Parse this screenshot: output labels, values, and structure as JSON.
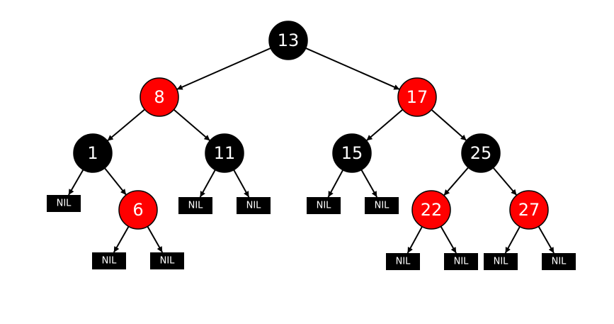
{
  "colors": {
    "red": "#ff0000",
    "black": "#000000",
    "text": "#ffffff"
  },
  "nodes": [
    {
      "id": "n13",
      "label": "13",
      "color": "black"
    },
    {
      "id": "n8",
      "label": "8",
      "color": "red"
    },
    {
      "id": "n17",
      "label": "17",
      "color": "red"
    },
    {
      "id": "n1",
      "label": "1",
      "color": "black"
    },
    {
      "id": "n11",
      "label": "11",
      "color": "black"
    },
    {
      "id": "n15",
      "label": "15",
      "color": "black"
    },
    {
      "id": "n25",
      "label": "25",
      "color": "black"
    },
    {
      "id": "n6",
      "label": "6",
      "color": "red"
    },
    {
      "id": "n22",
      "label": "22",
      "color": "red"
    },
    {
      "id": "n27",
      "label": "27",
      "color": "red"
    }
  ],
  "nil_leaves": [
    {
      "id": "nil1",
      "label": "NIL"
    },
    {
      "id": "nil2",
      "label": "NIL"
    },
    {
      "id": "nil3",
      "label": "NIL"
    },
    {
      "id": "nil4",
      "label": "NIL"
    },
    {
      "id": "nil5",
      "label": "NIL"
    },
    {
      "id": "nil6",
      "label": "NIL"
    },
    {
      "id": "nil7",
      "label": "NIL"
    },
    {
      "id": "nil8",
      "label": "NIL"
    },
    {
      "id": "nil9",
      "label": "NIL"
    },
    {
      "id": "nil10",
      "label": "NIL"
    },
    {
      "id": "nil11",
      "label": "NIL"
    }
  ],
  "edges": [
    {
      "from": "n13",
      "to": "n8"
    },
    {
      "from": "n13",
      "to": "n17"
    },
    {
      "from": "n8",
      "to": "n1"
    },
    {
      "from": "n8",
      "to": "n11"
    },
    {
      "from": "n17",
      "to": "n15"
    },
    {
      "from": "n17",
      "to": "n25"
    },
    {
      "from": "n1",
      "to": "nil1"
    },
    {
      "from": "n1",
      "to": "n6"
    },
    {
      "from": "n11",
      "to": "nil2"
    },
    {
      "from": "n11",
      "to": "nil3"
    },
    {
      "from": "n15",
      "to": "nil4"
    },
    {
      "from": "n15",
      "to": "nil5"
    },
    {
      "from": "n25",
      "to": "n22"
    },
    {
      "from": "n25",
      "to": "n27"
    },
    {
      "from": "n6",
      "to": "nil6"
    },
    {
      "from": "n6",
      "to": "nil7"
    },
    {
      "from": "n22",
      "to": "nil8"
    },
    {
      "from": "n22",
      "to": "nil9"
    },
    {
      "from": "n27",
      "to": "nil10"
    },
    {
      "from": "n27",
      "to": "nil11"
    }
  ]
}
